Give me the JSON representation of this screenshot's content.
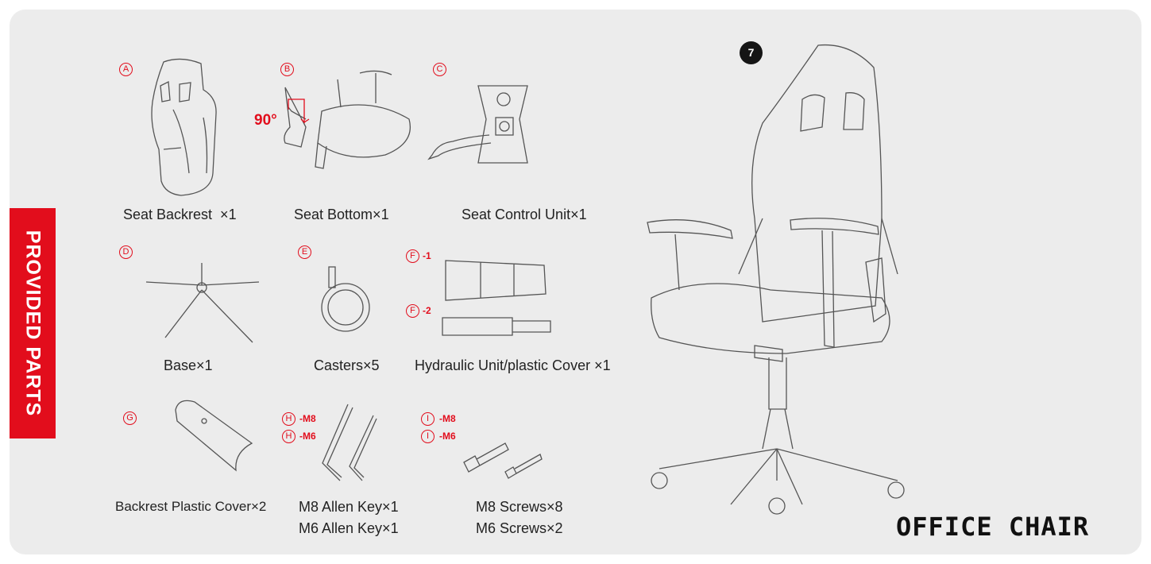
{
  "side_tab": "PROVIDED PARTS",
  "step_number": "7",
  "product_title": "OFFICE CHAIR",
  "angle_label": "90°",
  "accent_color": "#e20d1c",
  "parts": {
    "a": {
      "marker": "A",
      "label": "Seat Backrest  ×1"
    },
    "b": {
      "marker": "B",
      "label": "Seat Bottom×1"
    },
    "c": {
      "marker": "C",
      "label": "Seat Control Unit×1"
    },
    "d": {
      "marker": "D",
      "label": "Base×1"
    },
    "e": {
      "marker": "E",
      "label": "Casters×5"
    },
    "f": {
      "marker": "F",
      "suffix1": "-1",
      "suffix2": "-2",
      "label": "Hydraulic Unit/plastic Cover ×1"
    },
    "g": {
      "marker": "G",
      "label": "Backrest Plastic Cover×2"
    },
    "h": {
      "marker": "H",
      "suffix1": "-M8",
      "suffix2": "-M6",
      "label1": "M8 Allen Key×1",
      "label2": "M6 Allen Key×1"
    },
    "i": {
      "marker": "I",
      "suffix1": "-M8",
      "suffix2": "-M6",
      "label1": "M8 Screws×8",
      "label2": "M6 Screws×2"
    }
  }
}
